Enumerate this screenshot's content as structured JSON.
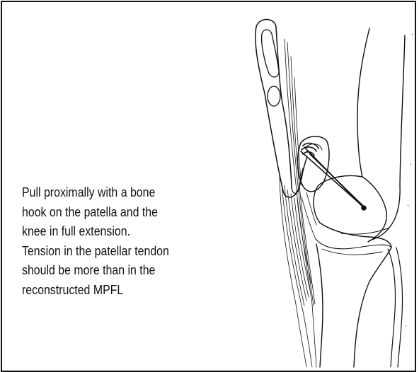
{
  "caption": {
    "lines": [
      "Pull proximally with a bone",
      "hook on the patella and the",
      "knee in full extension.",
      "Tension in the patellar tendon",
      "should be more than in the",
      "reconstructed MPFL"
    ]
  },
  "illustration": {
    "subject": "knee lateral view with bone hook pulling patella proximally, reconstructed MPFL graft",
    "icons": [
      "bone-hook-icon",
      "patella-icon",
      "femur-icon",
      "tibia-icon",
      "fibula-icon",
      "patellar-tendon-icon",
      "mpfl-graft-icon"
    ],
    "line_color": "#111111",
    "background_color": "#ffffff"
  }
}
